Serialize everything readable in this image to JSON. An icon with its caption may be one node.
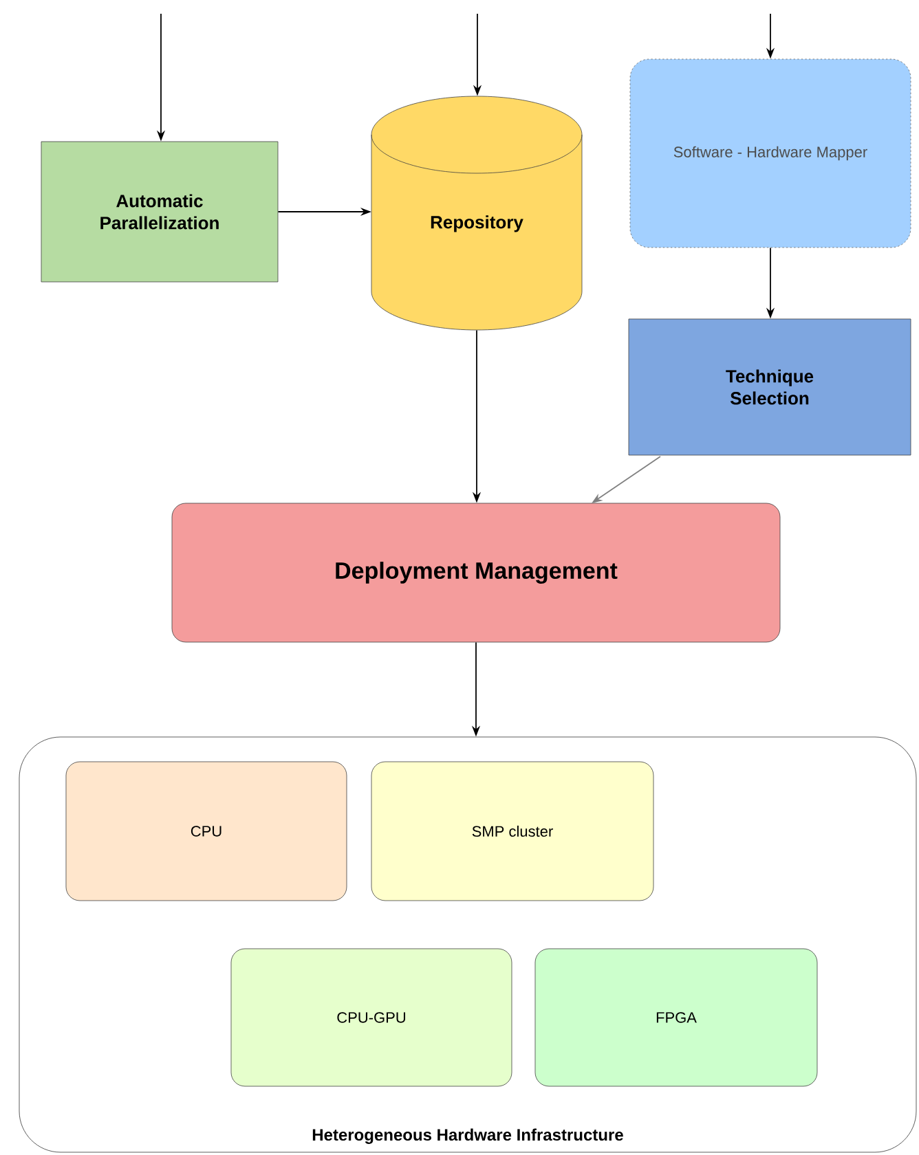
{
  "diagram": {
    "nodes": [
      {
        "text": [
          "Automatic Parallelization"
        ]
      },
      {
        "text": [
          "Repository"
        ]
      },
      {
        "text": [
          "Software - Hardware Mapper"
        ]
      },
      {
        "text": [
          "Technique Selection"
        ]
      },
      {
        "text": [
          "Deployment Management"
        ]
      },
      {
        "text": [
          "Heterogeneous Hardware Infrastructure"
        ]
      },
      {
        "text": [
          "CPU"
        ],
        "in": 5
      },
      {
        "text": [
          "SMP cluster"
        ],
        "in": 5
      },
      {
        "text": [
          "CPU-GPU"
        ],
        "in": 5
      },
      {
        "text": [
          "FPGA"
        ],
        "in": 5
      }
    ],
    "edges": [
      {
        "from": null,
        "to": 0,
        "arrow": "to"
      },
      {
        "from": null,
        "to": 1,
        "arrow": "to"
      },
      {
        "from": null,
        "to": 2,
        "arrow": "to"
      },
      {
        "from": 0,
        "to": 1,
        "arrow": "to"
      },
      {
        "from": 1,
        "to": 4,
        "arrow": "to"
      },
      {
        "from": 2,
        "to": 3,
        "arrow": "to"
      },
      {
        "from": 3,
        "to": 4,
        "arrow": "to",
        "color": "#808080"
      },
      {
        "from": 4,
        "to": 5,
        "arrow": "to"
      }
    ]
  }
}
